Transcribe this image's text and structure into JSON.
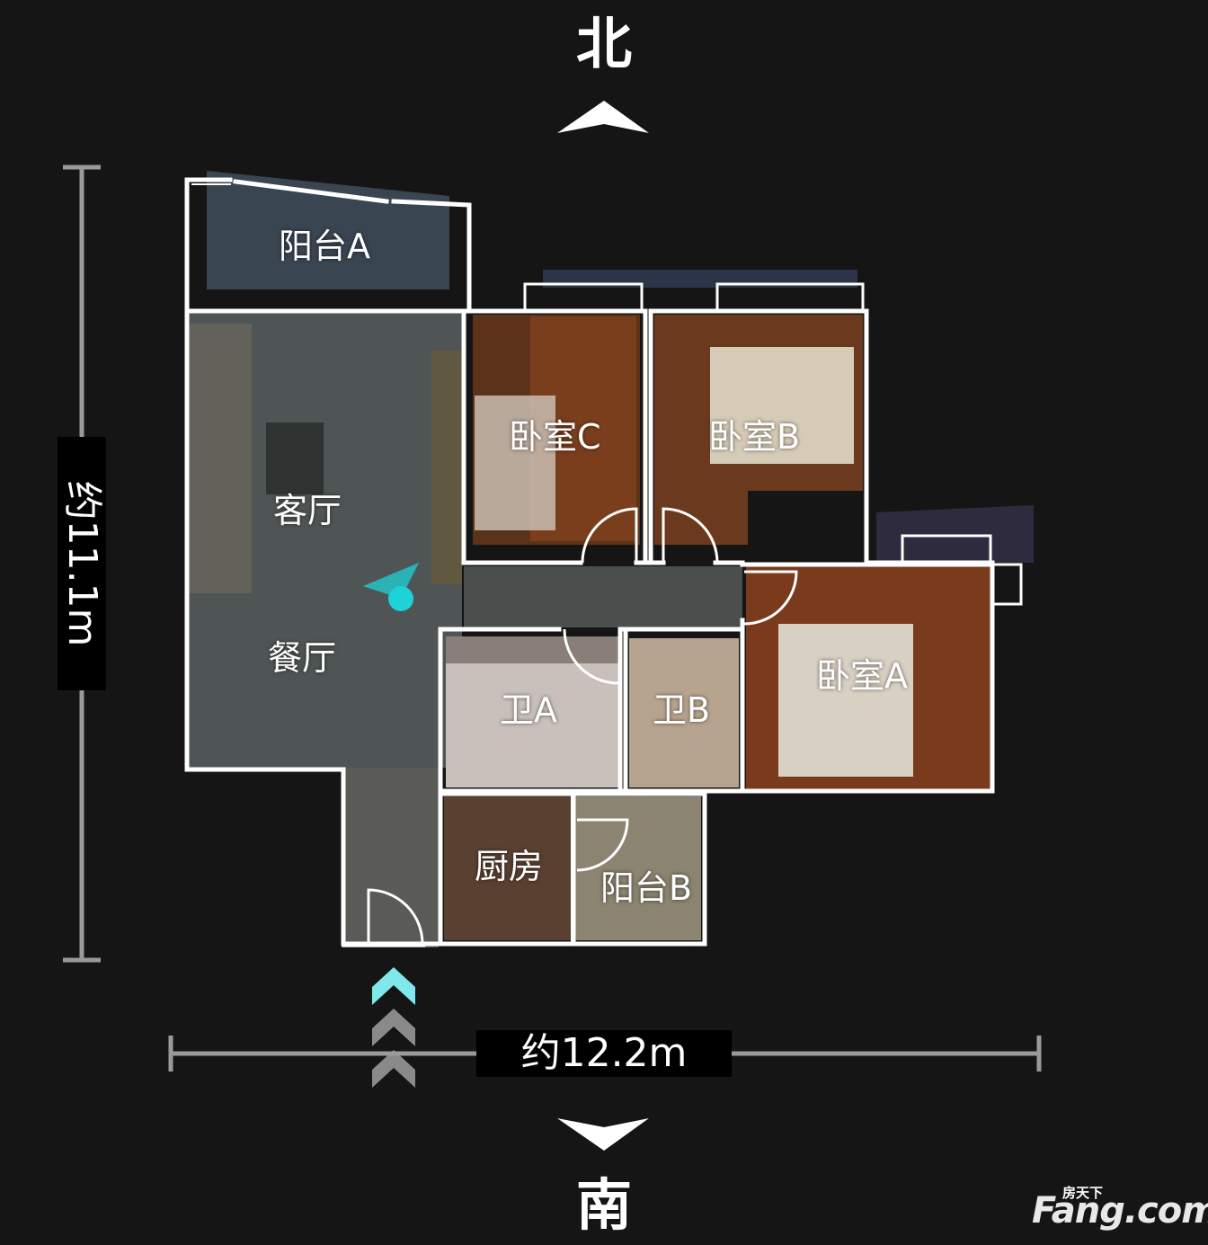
{
  "compass": {
    "north": "北",
    "south": "南"
  },
  "dimensions": {
    "width": "约12.2m",
    "height": "约11.1m"
  },
  "rooms": {
    "balcony_a": "阳台A",
    "living_room": "客厅",
    "dining_room": "餐厅",
    "bedroom_c": "卧室C",
    "bedroom_b": "卧室B",
    "bedroom_a": "卧室A",
    "bathroom_a": "卫A",
    "bathroom_b": "卫B",
    "kitchen": "厨房",
    "balcony_b": "阳台B"
  },
  "watermark": {
    "small": "房天下",
    "main": "Fang.com"
  },
  "colors": {
    "background": "#151515",
    "wall": "#ffffff",
    "dimension_line": "#9a9a9a",
    "position_marker": "#1ed2d8",
    "entrance_arrow_active": "#7ee8ea",
    "entrance_arrow_inactive": "#8a8a8a"
  }
}
